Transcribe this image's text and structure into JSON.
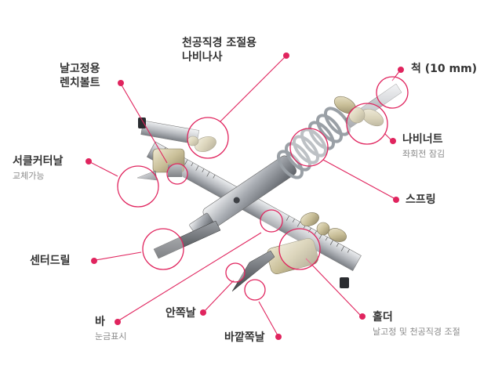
{
  "colors": {
    "accent": "#e0245e",
    "label": "#333333",
    "sublabel": "#8a8a8a",
    "steel": "#b9bcc1",
    "dark_steel": "#6e7277",
    "brass": "#cfc6a4"
  },
  "labels": {
    "centering_bolt": [
      "날고정용",
      "렌치볼트"
    ],
    "hole_nut": [
      "천공직경 조절용",
      "나비나사"
    ],
    "shaft": "척 (10 mm)",
    "wing_nut": "나비너트",
    "wing_nut_sub": "좌회전 잠김",
    "cutter_blade": "서클커터날",
    "cutter_blade_sub": "교체가능",
    "spring": "스프링",
    "center_drill": "센터드릴",
    "bar": "바",
    "bar_sub": "눈금표시",
    "inner_blade": "안쪽날",
    "outer_blade": "바깥쪽날",
    "holder": "홀더",
    "holder_sub": "날고정 및 천공직경 조절"
  }
}
